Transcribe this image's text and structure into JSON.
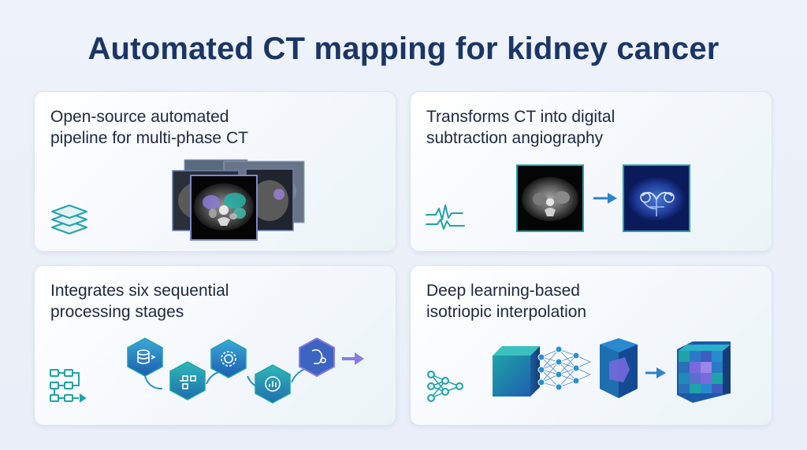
{
  "title": "Automated CT mapping for kidney cancer",
  "cards": [
    {
      "line1": "Open-source automated",
      "line2": "pipeline for multi-phase CT",
      "icon": "layers-icon"
    },
    {
      "line1": "Transforms CT into digital",
      "line2": "subtraction angiography",
      "icon": "waveform-icon"
    },
    {
      "line1": "Integrates six sequential",
      "line2": "processing stages",
      "icon": "flowchart-icon"
    },
    {
      "line1": "Deep learning-based",
      "line2": "isotriopic interpolation",
      "icon": "neural-network-icon"
    }
  ],
  "colors": {
    "title": "#1b3566",
    "accent_teal": "#1fa3a8",
    "accent_blue": "#2a5fb0",
    "accent_purple": "#8a7be0"
  }
}
